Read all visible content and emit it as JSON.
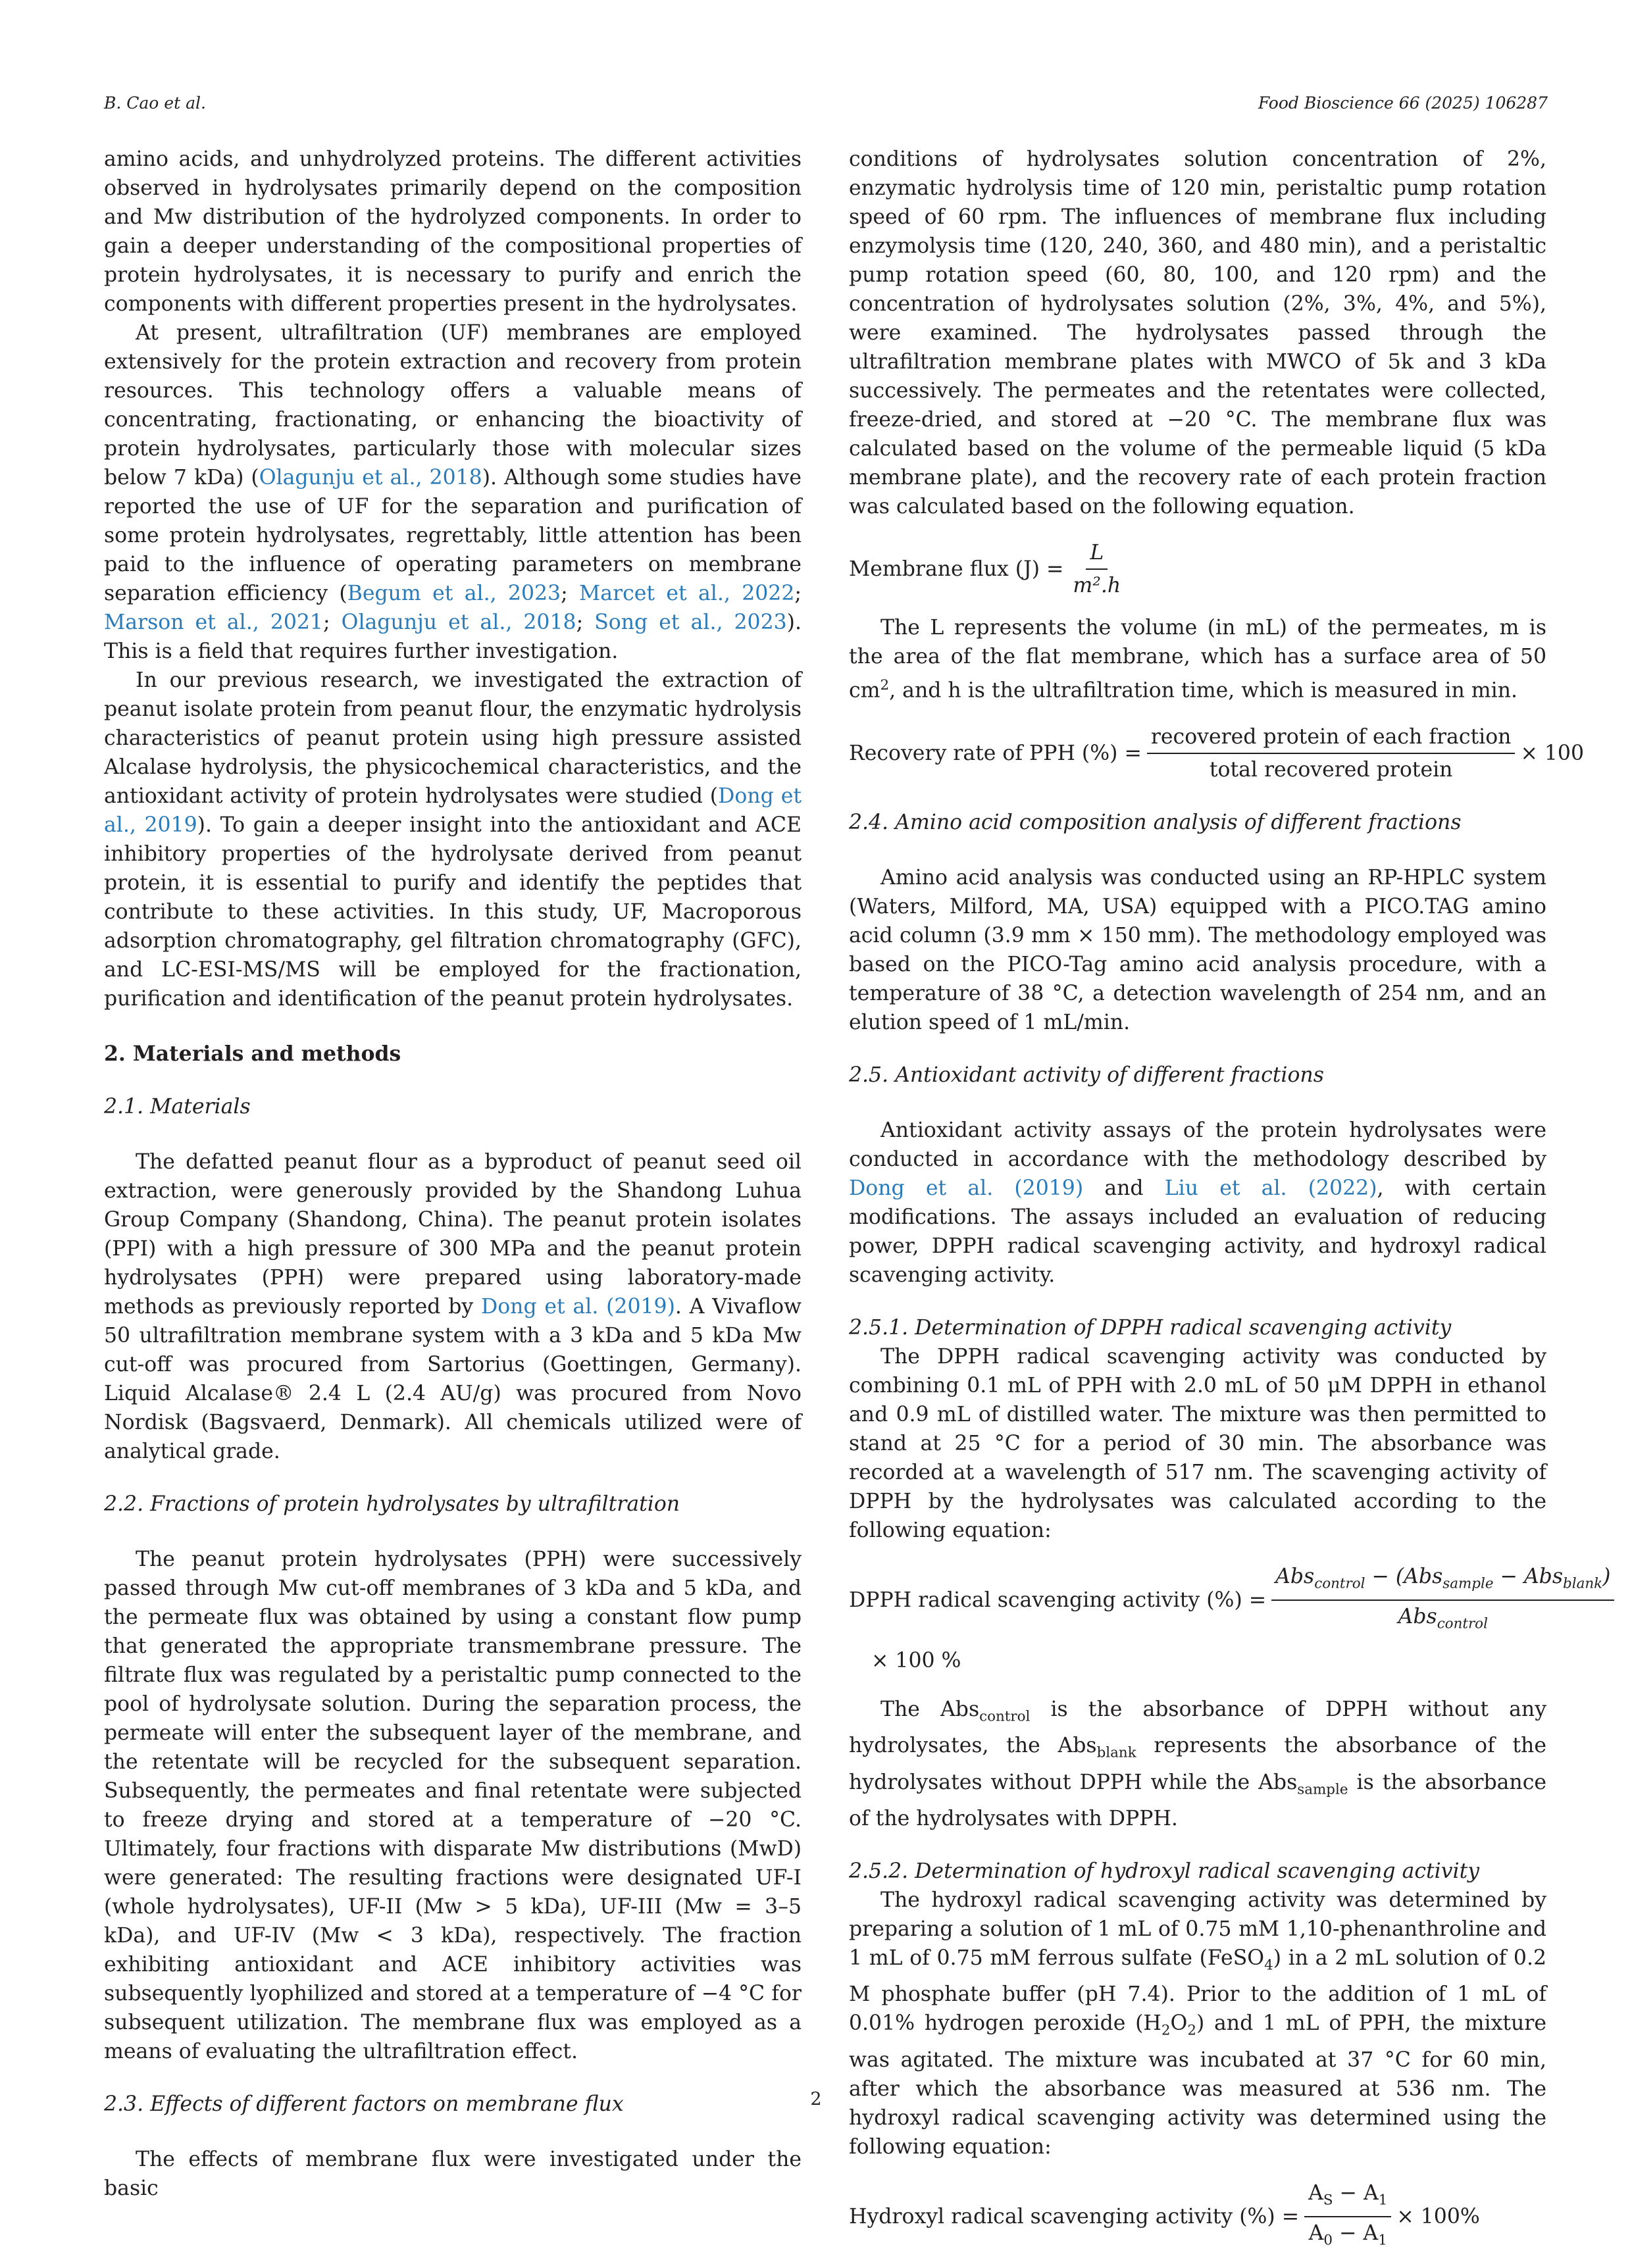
{
  "header": {
    "authors": "B. Cao et al.",
    "journal": "Food Bioscience 66 (2025) 106287"
  },
  "left": {
    "p1": "amino acids, and unhydrolyzed proteins. The different activities observed in hydrolysates primarily depend on the composition and Mw distribution of the hydrolyzed components. In order to gain a deeper understanding of the compositional properties of protein hydrolysates, it is necessary to purify and enrich the components with different properties present in the hydrolysates.",
    "p2_a": "At present, ultrafiltration (UF) membranes are employed extensively for the protein extraction and recovery from protein resources. This technology offers a valuable means of concentrating, fractionating, or enhancing the bioactivity of protein hydrolysates, particularly those with molecular sizes below 7 kDa) (",
    "p2_ref1": "Olagunju et al., 2018",
    "p2_b": "). Although some studies have reported the use of UF for the separation and purification of some protein hydrolysates, regrettably, little attention has been paid to the influence of operating parameters on membrane separation efficiency (",
    "p2_ref2": "Begum et al., 2023",
    "p2_ref3": "Marcet et al., 2022",
    "p2_ref4": "Marson et al., 2021",
    "p2_ref5": "Olagunju et al., 2018",
    "p2_ref6": "Song et al., 2023",
    "p2_c": "). This is a field that requires further investigation.",
    "sep": "; ",
    "p3_a": "In our previous research, we investigated the extraction of peanut isolate protein from peanut flour, the enzymatic hydrolysis characteristics of peanut protein using high pressure assisted Alcalase hydrolysis, the physicochemical characteristics, and the antioxidant activity of protein hydrolysates were studied (",
    "p3_ref": "Dong et al., 2019",
    "p3_b": "). To gain a deeper insight into the antioxidant and ACE inhibitory properties of the hydrolysate derived from peanut protein, it is essential to purify and identify the peptides that contribute to these activities. In this study, UF, Macroporous adsorption chromatography, gel filtration chromatography (GFC), and LC-ESI-MS/MS will be employed for the fractionation, purification and identification of the peanut protein hydrolysates.",
    "sec2": "2.  Materials and methods",
    "sec21": "2.1.  Materials",
    "p4_a": "The defatted peanut flour as a byproduct of peanut seed oil extraction, were generously provided by the Shandong Luhua Group Company (Shandong, China). The peanut protein isolates (PPI) with a high pressure of 300 MPa and the peanut protein hydrolysates (PPH) were prepared using laboratory-made methods as previously reported by ",
    "p4_ref": "Dong et al. (2019)",
    "p4_b": ". A Vivaflow 50 ultrafiltration membrane system with a 3 kDa and 5 kDa Mw cut-off was procured from Sartorius (Goettingen, Germany). Liquid Alcalase® 2.4 L (2.4 AU/g) was procured from Novo Nordisk (Bagsvaerd, Denmark). All chemicals utilized were of analytical grade.",
    "sec22": "2.2.  Fractions of protein hydrolysates by ultrafiltration",
    "p5": "The peanut protein hydrolysates (PPH) were successively passed through Mw cut-off membranes of 3 kDa and 5 kDa, and the permeate flux was obtained by using a constant flow pump that generated the appropriate transmembrane pressure. The filtrate flux was regulated by a peristaltic pump connected to the pool of hydrolysate solution. During the separation process, the permeate will enter the subsequent layer of the membrane, and the retentate will be recycled for the subsequent separation. Subsequently, the permeates and final retentate were subjected to freeze drying and stored at a temperature of −20 °C. Ultimately, four fractions with disparate Mw distributions (MwD) were generated: The resulting fractions were designated UF-I (whole hydrolysates), UF-II (Mw > 5 kDa), UF-III (Mw = 3–5 kDa), and UF-IV (Mw < 3 kDa), respectively. The fraction exhibiting antioxidant and ACE inhibitory activities was subsequently lyophilized and stored at a temperature of −4 °C for subsequent utilization. The membrane flux was employed as a means of evaluating the ultrafiltration effect.",
    "sec23": "2.3.  Effects of different factors on membrane flux",
    "p6": "The effects of membrane flux were investigated under the basic"
  },
  "right": {
    "p1": "conditions of hydrolysates solution concentration of 2%, enzymatic hydrolysis time of 120 min, peristaltic pump rotation speed of 60 rpm. The influences of membrane flux including enzymolysis time (120, 240, 360, and 480 min), and a peristaltic pump rotation speed (60, 80, 100, and 120 rpm) and the concentration of hydrolysates solution (2%, 3%, 4%, and 5%), were examined. The hydrolysates passed through the ultrafiltration membrane plates with MWCO of 5k and 3 kDa successively. The permeates and the retentates were collected, freeze-dried, and stored at −20 °C. The membrane flux was calculated based on the volume of the permeable liquid (5 kDa membrane plate), and the recovery rate of each protein fraction was calculated based on the following equation.",
    "eq1_lhs": "Membrane flux (J) =",
    "eq1_num": "L",
    "eq1_den": "m².h",
    "p2_a": "The L represents the volume (in mL) of the permeates, m is the area of the flat membrane, which has a surface area of 50 cm",
    "p2_sup": "2",
    "p2_b": ", and h is the ultrafiltration time, which is measured in min.",
    "eq2_lhs": "Recovery rate of PPH (%) =",
    "eq2_num": "recovered protein of each fraction",
    "eq2_den": "total recovered protein",
    "eq2_tail": "× 100",
    "sec24": "2.4.  Amino acid composition analysis of different fractions",
    "p3": "Amino acid analysis was conducted using an RP-HPLC system (Waters, Milford, MA, USA) equipped with a PICO.TAG amino acid column (3.9 mm × 150 mm). The methodology employed was based on the PICO-Tag amino acid analysis procedure, with a temperature of 38 °C, a detection wavelength of 254 nm, and an elution speed of 1 mL/min.",
    "sec25": "2.5.  Antioxidant activity of different fractions",
    "p4_a": "Antioxidant activity assays of the protein hydrolysates were conducted in accordance with the methodology described by ",
    "p4_ref1": "Dong et al. (2019)",
    "p4_and": " and ",
    "p4_ref2": "Liu et al. (2022)",
    "p4_b": ", with certain modifications. The assays included an evaluation of reducing power, DPPH radical scavenging activity, and hydroxyl radical scavenging activity.",
    "sec251": "2.5.1.  Determination of DPPH radical scavenging activity",
    "p5": "The DPPH radical scavenging activity was conducted by combining 0.1 mL of PPH with 2.0 mL of 50 μM DPPH in ethanol and 0.9 mL of distilled water. The mixture was then permitted to stand at 25 °C for a period of 30 min. The absorbance was recorded at a wavelength of 517 nm. The scavenging activity of DPPH by the hydrolysates was calculated according to the following equation:",
    "eq3_lhs": "DPPH radical scavenging activity (%) =",
    "eq3_abs": "Abs",
    "eq3_control": "control",
    "eq3_sample": "sample",
    "eq3_blank": "blank",
    "eq3_cont": "× 100 %",
    "p6_a": "The Abs",
    "p6_sub1": "control",
    "p6_b": " is the absorbance of DPPH without any hydrolysates, the Abs",
    "p6_sub2": "blank",
    "p6_c": " represents the absorbance of the hydrolysates without DPPH while the Abs",
    "p6_sub3": "sample",
    "p6_d": " is the absorbance of the hydrolysates with DPPH.",
    "sec252": "2.5.2.  Determination of hydroxyl radical scavenging activity",
    "p7_a": "The hydroxyl radical scavenging activity was determined by preparing a solution of 1 mL of 0.75 mM 1,10-phenanthroline and 1 mL of 0.75 mM ferrous sulfate (FeSO",
    "p7_sub1": "4",
    "p7_b": ") in a 2 mL solution of 0.2 M phosphate buffer (pH 7.4). Prior to the addition of 1 mL of 0.01% hydrogen peroxide (H",
    "p7_sub2": "2",
    "p7_c": "O",
    "p7_sub3": "2",
    "p7_d": ") and 1 mL of PPH, the mixture was agitated. The mixture was incubated at 37 °C for 60 min, after which the absorbance was measured at 536 nm. The hydroxyl radical scavenging activity was determined using the following equation:",
    "eq4_lhs": "Hydroxyl radical scavenging activity (%) =",
    "eq4_num": "A",
    "eq4_num_s": "S",
    "eq4_num_mid": " − A",
    "eq4_num_1": "1",
    "eq4_den": "A",
    "eq4_den_0": "0",
    "eq4_den_mid": " − A",
    "eq4_den_1": "1",
    "eq4_tail": "× 100%"
  },
  "page_number": "2"
}
